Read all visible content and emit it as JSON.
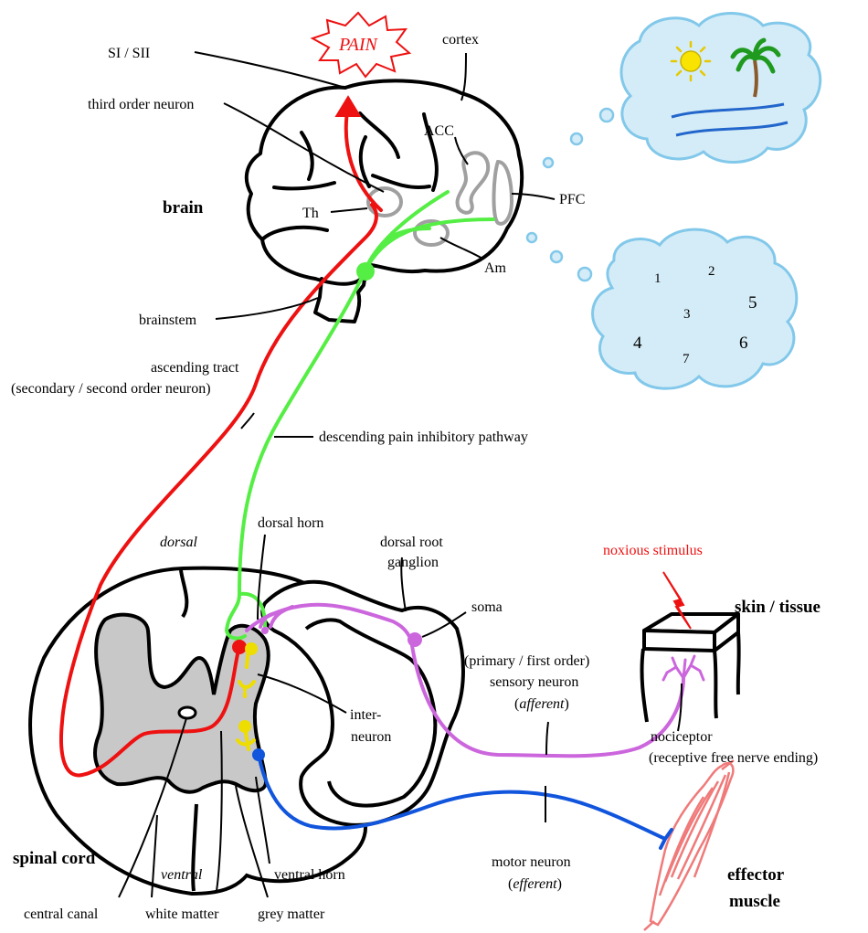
{
  "labels": {
    "pain": "PAIN",
    "si_sii": "SI / SII",
    "cortex": "cortex",
    "third_order": "third order neuron",
    "acc": "ACC",
    "brain": "brain",
    "th": "Th",
    "pfc": "PFC",
    "am": "Am",
    "brainstem": "brainstem",
    "ascending_1": "ascending tract",
    "ascending_2": "(secondary / second order neuron)",
    "descending": "descending pain inhibitory pathway",
    "dorsal": "dorsal",
    "dorsal_horn": "dorsal horn",
    "drg_1": "dorsal root",
    "drg_2": "ganglion",
    "noxious": "noxious stimulus",
    "skin": "skin / tissue",
    "soma": "soma",
    "sensory_1": "(primary / first order)",
    "sensory_2": "sensory neuron",
    "sensory_3": "afferent",
    "inter_1": "inter-",
    "inter_2": "neuron",
    "nociceptor_1": "nociceptor",
    "nociceptor_2": "(receptive free nerve ending)",
    "spinal_cord": "spinal cord",
    "ventral": "ventral",
    "ventral_horn": "ventral horn",
    "motor_1": "motor neuron",
    "motor_2": "efferent",
    "effector_1": "effector",
    "effector_2": "muscle",
    "central_canal": "central canal",
    "white_matter": "white matter",
    "grey_matter": "grey matter"
  },
  "thought_numbers": [
    "1",
    "2",
    "3",
    "4",
    "5",
    "6",
    "7"
  ],
  "colors": {
    "ascending": "#ee1111",
    "descending": "#55ee44",
    "sensory": "#cc66dd",
    "interneuron": "#eedd00",
    "motor": "#1155dd",
    "muscle": "#f07a7a",
    "cloud_fill": "#d4ecf7",
    "cloud_stroke": "#82c8ea",
    "grey_matter": "#c8c8c8",
    "structure_grey": "#a0a0a0"
  }
}
